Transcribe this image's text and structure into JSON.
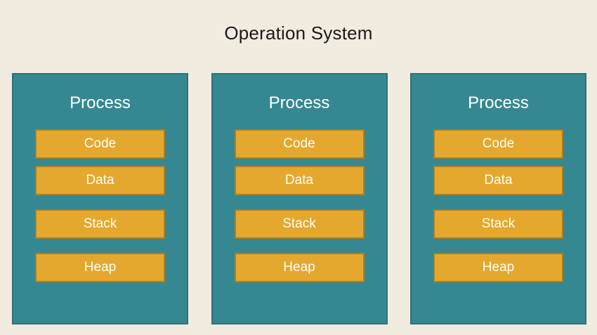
{
  "title": "Operation System",
  "colors": {
    "background": "#f2ebe0",
    "process_fill": "#358891",
    "process_border": "#2c727a",
    "segment_fill": "#e5a82e",
    "segment_border": "#b07e1c",
    "title_text": "#1a1a1a",
    "label_text": "#ffffff"
  },
  "processes": [
    {
      "heading": "Process",
      "segments": [
        {
          "label": "Code"
        },
        {
          "label": "Data"
        },
        {
          "label": "Stack"
        },
        {
          "label": "Heap"
        }
      ]
    },
    {
      "heading": "Process",
      "segments": [
        {
          "label": "Code"
        },
        {
          "label": "Data"
        },
        {
          "label": "Stack"
        },
        {
          "label": "Heap"
        }
      ]
    },
    {
      "heading": "Process",
      "segments": [
        {
          "label": "Code"
        },
        {
          "label": "Data"
        },
        {
          "label": "Stack"
        },
        {
          "label": "Heap"
        }
      ]
    }
  ]
}
